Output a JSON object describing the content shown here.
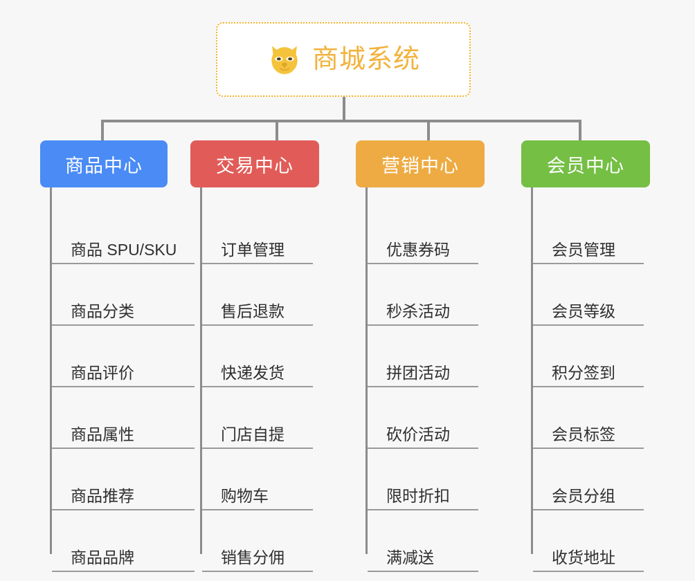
{
  "root": {
    "title": "商城系统",
    "icon": "shiba-dog-face-emoji",
    "border_color": "#f0b429",
    "text_color": "#f2b33d"
  },
  "canvas": {
    "background": "#f7f7f7",
    "connector_color": "#8c8c8c"
  },
  "branches": [
    {
      "label": "商品中心",
      "color": "#4a8bf5",
      "items": [
        "商品 SPU/SKU",
        "商品分类",
        "商品评价",
        "商品属性",
        "商品推荐",
        "商品品牌"
      ]
    },
    {
      "label": "交易中心",
      "color": "#e15c58",
      "items": [
        "订单管理",
        "售后退款",
        "快递发货",
        "门店自提",
        "购物车",
        "销售分佣"
      ]
    },
    {
      "label": "营销中心",
      "color": "#eeab43",
      "items": [
        "优惠券码",
        "秒杀活动",
        "拼团活动",
        "砍价活动",
        "限时折扣",
        "满减送"
      ]
    },
    {
      "label": "会员中心",
      "color": "#74bf44",
      "items": [
        "会员管理",
        "会员等级",
        "积分签到",
        "会员标签",
        "会员分组",
        "收货地址"
      ]
    }
  ]
}
